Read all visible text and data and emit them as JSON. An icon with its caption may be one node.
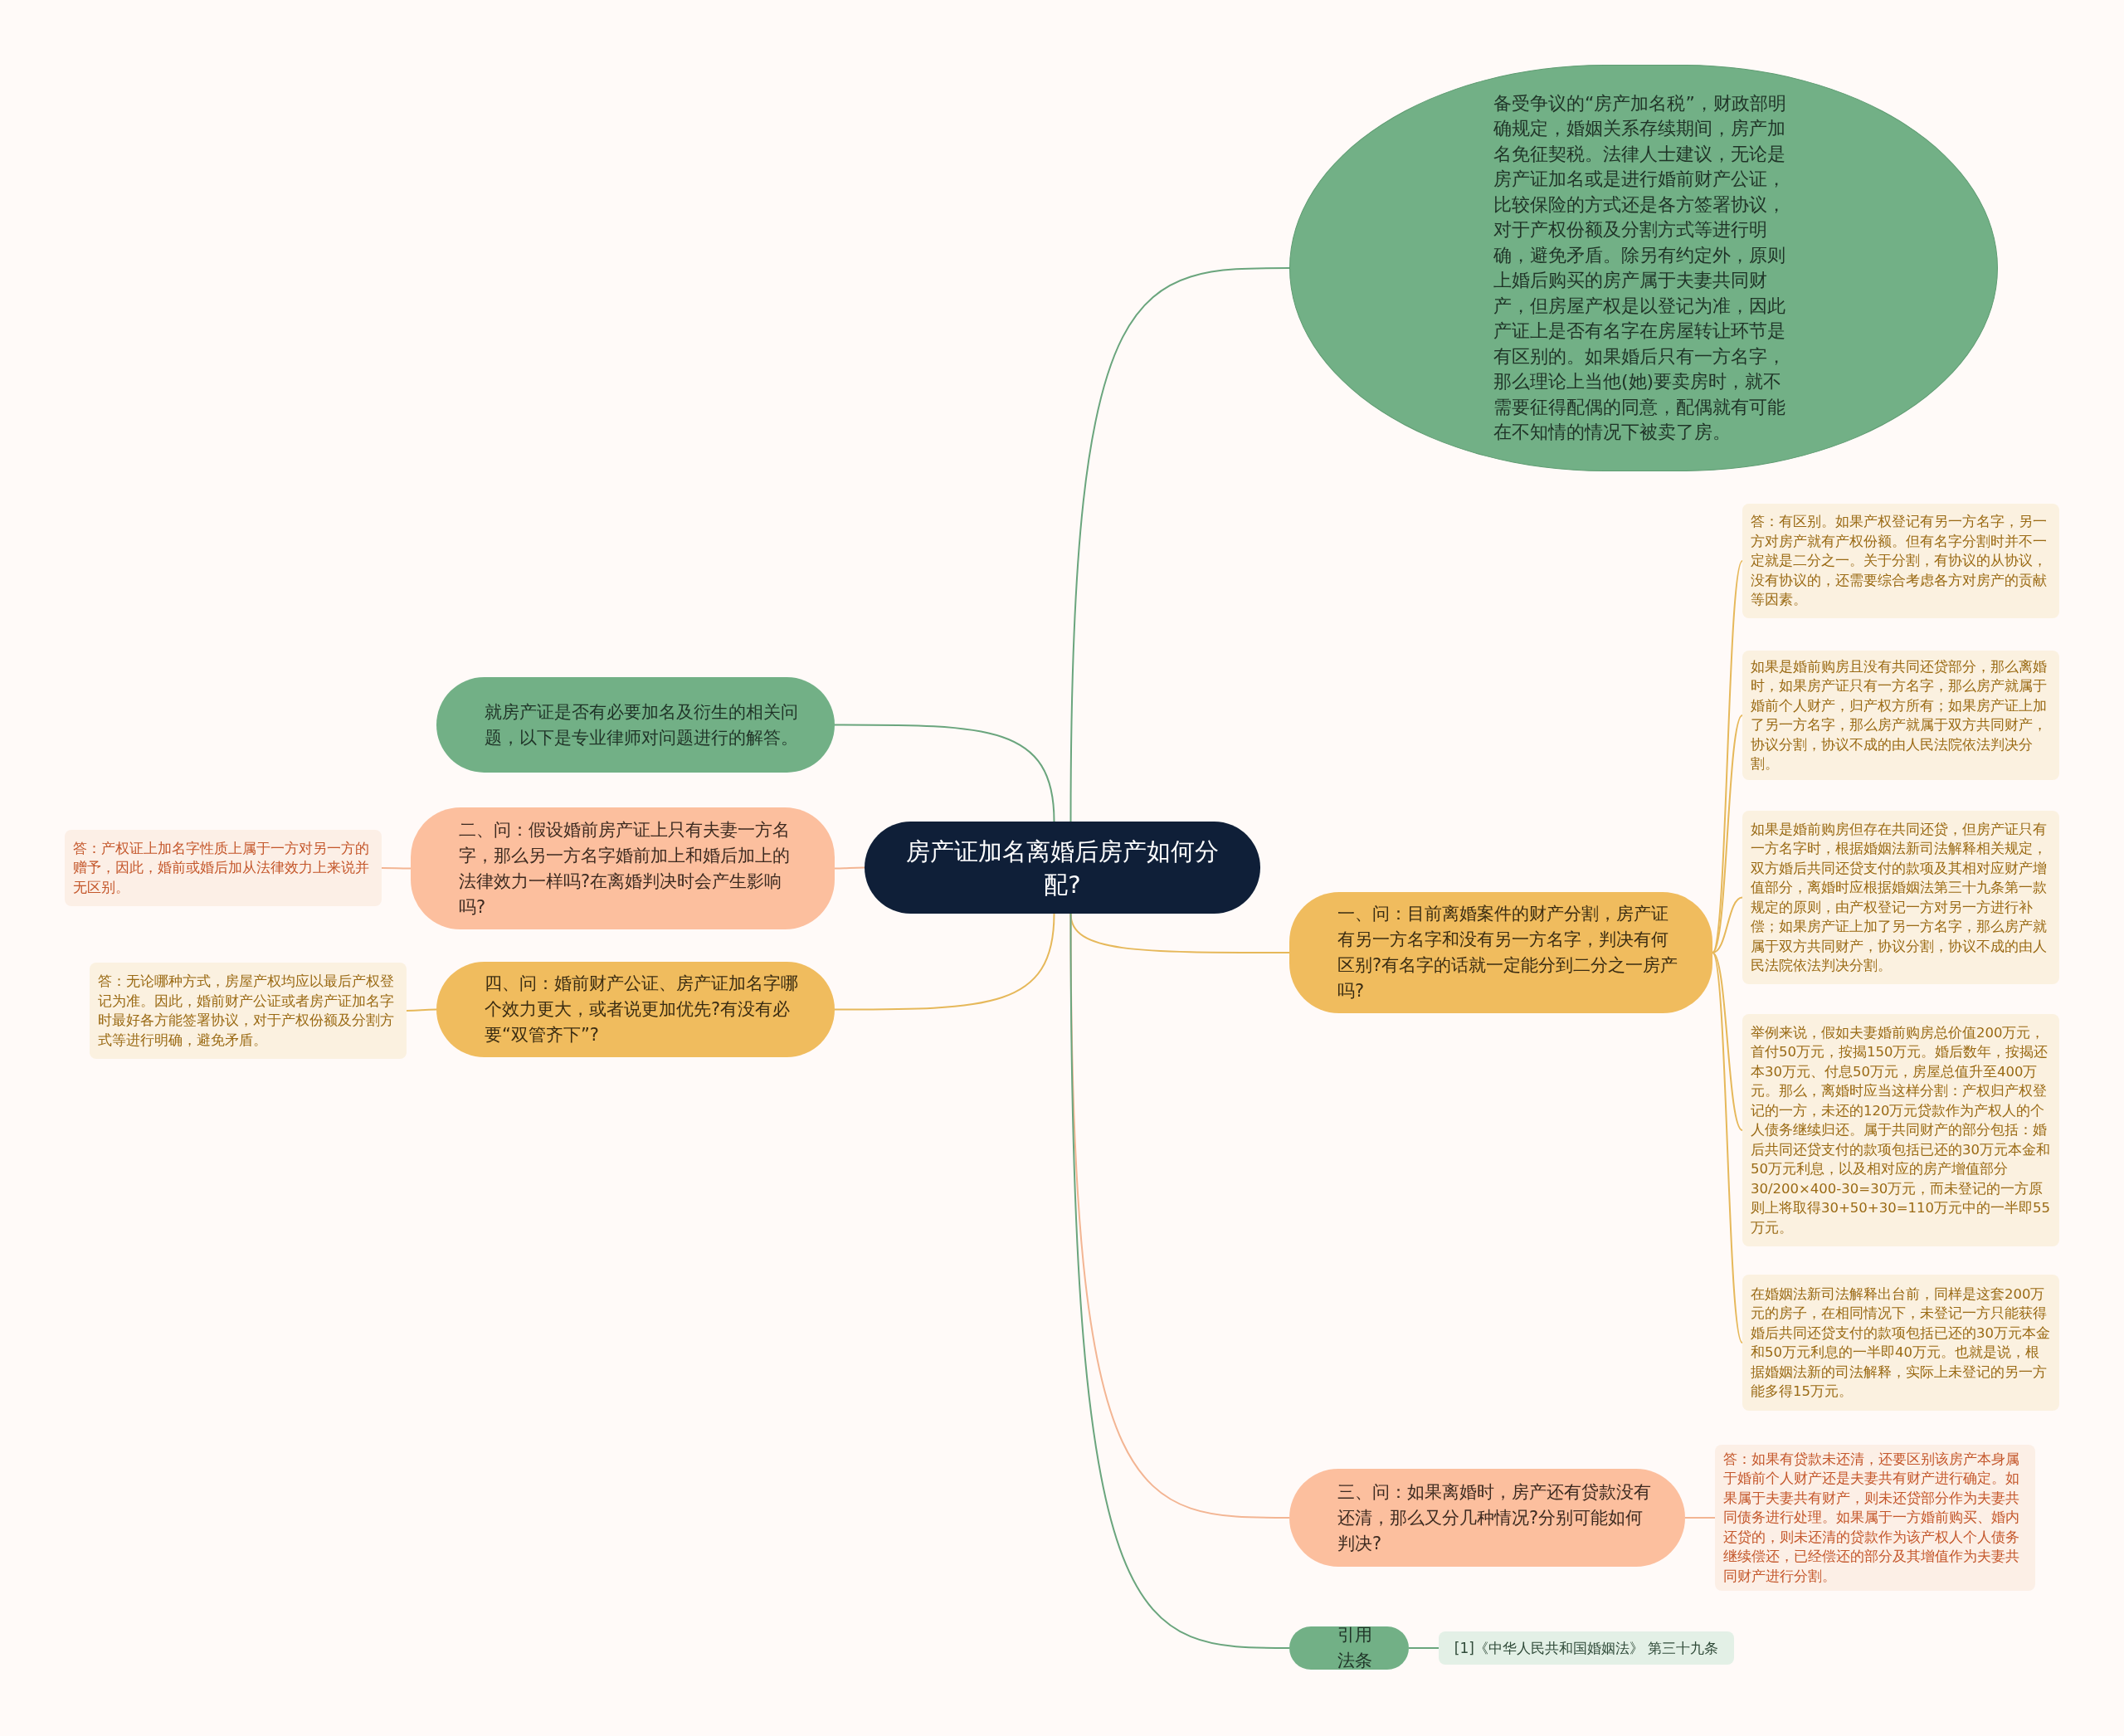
{
  "diagram": {
    "nodes": [
      {
        "text": [
          "房产证加名离婚后房产如何分配?"
        ]
      },
      {
        "text": [
          "备受争议的“房产加名税”，财政部明确规定，婚姻关系存续期间，房产加名免征契税。法律人士建议，无论是房产证加名或是进行婚前财产公证，比较保险的方式还是各方签署协议，对于产权份额及分割方式等进行明确，避免矛盾。除另有约定外，原则上婚后购买的房产属于夫妻共同财产，但房屋产权是以登记为准，因此产证上是否有名字在房屋转让环节是有区别的。如果婚后只有一方名字，那么理论上当他(她)要卖房时，就不需要征得配偶的同意，配偶就有可能在不知情的情况下被卖了房。"
        ]
      },
      {
        "text": [
          "就房产证是否有必要加名及衍生的相关问题，以下是专业律师对问题进行的解答。"
        ]
      },
      {
        "text": [
          "二、问：假设婚前房产证上只有夫妻一方名字，那么另一方名字婚前加上和婚后加上的法律效力一样吗?在离婚判决时会产生影响吗?"
        ]
      },
      {
        "text": [
          "答：产权证上加名字性质上属于一方对另一方的赠予，因此，婚前或婚后加从法律效力上来说并无区别。"
        ]
      },
      {
        "text": [
          "四、问：婚前财产公证、房产证加名字哪个效力更大，或者说更加优先?有没有必要“双管齐下”?"
        ]
      },
      {
        "text": [
          "答：无论哪种方式，房屋产权均应以最后产权登记为准。因此，婚前财产公证或者房产证加名字时最好各方能签署协议，对于产权份额及分割方式等进行明确，避免矛盾。"
        ]
      },
      {
        "text": [
          "一、问：目前离婚案件的财产分割，房产证有另一方名字和没有另一方名字，判决有何区别?有名字的话就一定能分到二分之一房产吗?"
        ]
      },
      {
        "text": [
          "答：有区别。如果产权登记有另一方名字，另一方对房产就有产权份额。但有名字分割时并不一定就是二分之一。关于分割，有协议的从协议，没有协议的，还需要综合考虑各方对房产的贡献等因素。"
        ]
      },
      {
        "text": [
          "如果是婚前购房且没有共同还贷部分，那么离婚时，如果房产证只有一方名字，那么房产就属于婚前个人财产，归产权方所有；如果房产证上加了另一方名字，那么房产就属于双方共同财产，协议分割，协议不成的由人民法院依法判决分割。"
        ]
      },
      {
        "text": [
          "如果是婚前购房但存在共同还贷，但房产证只有一方名字时，根据婚姻法新司法解释相关规定，双方婚后共同还贷支付的款项及其相对应财产增值部分，离婚时应根据婚姻法第三十九条第一款规定的原则，由产权登记一方对另一方进行补偿；如果房产证上加了另一方名字，那么房产就属于双方共同财产，协议分割，协议不成的由人民法院依法判决分割。"
        ]
      },
      {
        "text": [
          "举例来说，假如夫妻婚前购房总价值200万元，首付50万元，按揭150万元。婚后数年，按揭还本30万元、付息50万元，房屋总值升至400万元。那么，离婚时应当这样分割：产权归产权登记的一方，未还的120万元贷款作为产权人的个人债务继续归还。属于共同财产的部分包括：婚后共同还贷支付的款项包括已还的30万元本金和50万元利息，以及相对应的房产增值部分30/200×400-30=30万元，而未登记的一方原则上将取得30+50+30=110万元中的一半即55万元。"
        ]
      },
      {
        "text": [
          "在婚姻法新司法解释出台前，同样是这套200万元的房子，在相同情况下，未登记一方只能获得婚后共同还贷支付的款项包括已还的30万元本金和50万元利息的一半即40万元。也就是说，根据婚姻法新的司法解释，实际上未登记的另一方能多得15万元。"
        ]
      },
      {
        "text": [
          "三、问：如果离婚时，房产还有贷款没有还清，那么又分几种情况?分别可能如何判决?"
        ]
      },
      {
        "text": [
          "答：如果有贷款未还清，还要区别该房产本身属于婚前个人财产还是夫妻共有财产进行确定。如果属于夫妻共有财产，则未还贷部分作为夫妻共同债务进行处理。如果属于一方婚前购买、婚内还贷的，则未还清的贷款作为该产权人个人债务继续偿还，已经偿还的部分及其增值作为夫妻共同财产进行分割。"
        ]
      },
      {
        "text": [
          "引用法条"
        ]
      },
      {
        "text": [
          "[1]《中华人民共和国婚姻法》 第三十九条"
        ]
      }
    ],
    "edges": [
      {
        "from": 0,
        "to": 1,
        "arrow": "none",
        "color": "#6aa57d"
      },
      {
        "from": 0,
        "to": 2,
        "arrow": "none",
        "color": "#6aa57d"
      },
      {
        "from": 0,
        "to": 3,
        "arrow": "none",
        "color": "#f3b593"
      },
      {
        "from": 3,
        "to": 4,
        "arrow": "none",
        "color": "#f3b593"
      },
      {
        "from": 0,
        "to": 5,
        "arrow": "none"
      },
      {
        "from": 5,
        "to": 6,
        "arrow": "none"
      },
      {
        "from": 0,
        "to": 7,
        "arrow": "none"
      },
      {
        "from": 7,
        "to": 8,
        "arrow": "none"
      },
      {
        "from": 7,
        "to": 9,
        "arrow": "none"
      },
      {
        "from": 7,
        "to": 10,
        "arrow": "none"
      },
      {
        "from": 7,
        "to": 11,
        "arrow": "none"
      },
      {
        "from": 7,
        "to": 12,
        "arrow": "none"
      },
      {
        "from": 0,
        "to": 13,
        "arrow": "none",
        "color": "#f3b593"
      },
      {
        "from": 13,
        "to": 14,
        "arrow": "none",
        "color": "#f3b593"
      },
      {
        "from": 0,
        "to": 15,
        "arrow": "none",
        "color": "#6aa57d"
      },
      {
        "from": 15,
        "to": 16,
        "arrow": "none",
        "color": "#6aa57d"
      }
    ]
  }
}
